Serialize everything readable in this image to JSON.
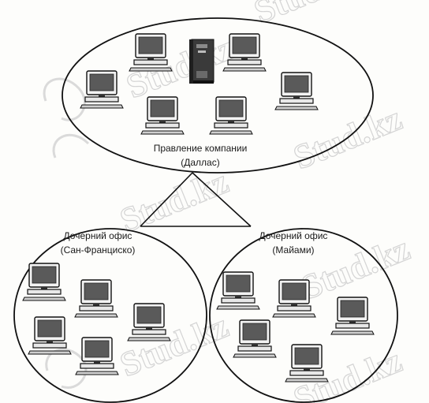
{
  "watermark": "Stud.kz",
  "offices": {
    "hq": {
      "name": "Правление компании",
      "city": "(Даллас)"
    },
    "sf": {
      "name": "Дочерний офис",
      "city": "(Сан-Франциско)"
    },
    "mia": {
      "name": "Дочерний офис",
      "city": "(Майами)"
    }
  },
  "icons": {
    "workstation": "desktop-computer-icon",
    "server": "tower-server-icon"
  },
  "colors": {
    "line": "#111111",
    "watermark": "#d4d4d4",
    "screen": "#5a5a5a"
  }
}
